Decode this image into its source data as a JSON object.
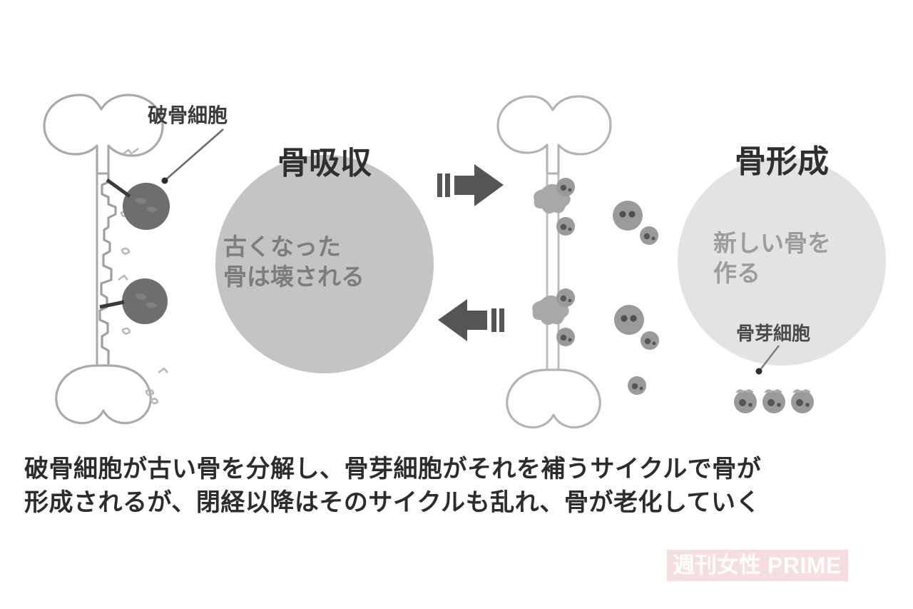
{
  "figure": {
    "type": "medical-illustration",
    "topic": "bone-remodeling-cycle",
    "background_color": "#ffffff"
  },
  "left_panel": {
    "bone_label": "bone-old",
    "cell_label": "破骨細胞",
    "circle_title": "骨吸収",
    "circle_text_line1": "古くなった",
    "circle_text_line2": "骨は壊される",
    "circle_fill": "#c4c4c4",
    "title_color": "#2f2f2f",
    "circle_text_color": "#7a7a7a",
    "osteoclast_fill": "#6e6e6e"
  },
  "right_panel": {
    "bone_label": "bone-new",
    "cell_label": "骨芽細胞",
    "circle_title": "骨形成",
    "circle_text_line1": "新しい骨を",
    "circle_text_line2": "作る",
    "circle_fill": "#e3e3e3",
    "title_color": "#2f2f2f",
    "circle_text_color": "#9a9a9a",
    "osteoblast_fill": "#9a9a9a"
  },
  "arrows": {
    "top": {
      "name": "arrow-right",
      "direction": "right",
      "color": "#555555"
    },
    "bottom": {
      "name": "arrow-left",
      "direction": "left",
      "color": "#555555"
    }
  },
  "caption": {
    "line1": "破骨細胞が古い骨を分解し、骨芽細胞がそれを補うサイクルで骨が",
    "line2": "形成されるが、閉経以降はそのサイクルも乱れ、骨が老化していく",
    "color": "#2c2c2c"
  },
  "watermark": {
    "left_text": "週刊女性",
    "right_text": "PRIME",
    "color": "#f2c9cd"
  }
}
